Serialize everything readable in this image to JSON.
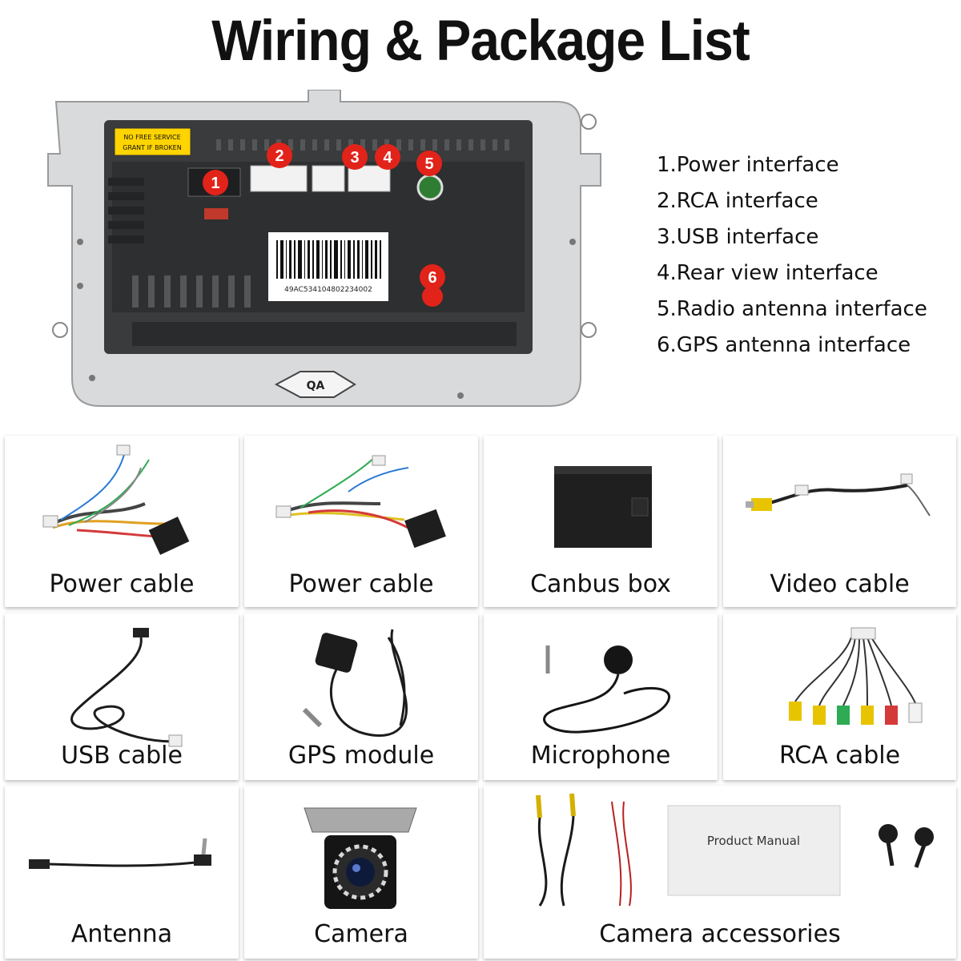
{
  "title": "Wiring & Package List",
  "unit": {
    "sticker_text_1": "NO FREE SERVICE",
    "sticker_text_2": "GRANT IF BROKEN",
    "barcode_number": "49AC534104802234002",
    "qa_label": "QA",
    "markers": [
      "1",
      "2",
      "3",
      "4",
      "5",
      "6"
    ]
  },
  "interfaces": [
    "1.Power interface",
    "2.RCA interface",
    "3.USB interface",
    "4.Rear view interface",
    "5.Radio antenna interface",
    "6.GPS antenna interface"
  ],
  "package": [
    {
      "label": "Power cable"
    },
    {
      "label": "Power cable"
    },
    {
      "label": "Canbus box"
    },
    {
      "label": "Video cable"
    },
    {
      "label": "USB cable"
    },
    {
      "label": "GPS module"
    },
    {
      "label": "Microphone"
    },
    {
      "label": "RCA cable"
    },
    {
      "label": "Antenna"
    },
    {
      "label": "Camera"
    },
    {
      "label": "Camera accessories",
      "manual_text": "Product Manual"
    }
  ],
  "colors": {
    "marker_red": "#e2231a",
    "frame_silver": "#d9dadb",
    "unit_body": "#3a3b3c"
  }
}
